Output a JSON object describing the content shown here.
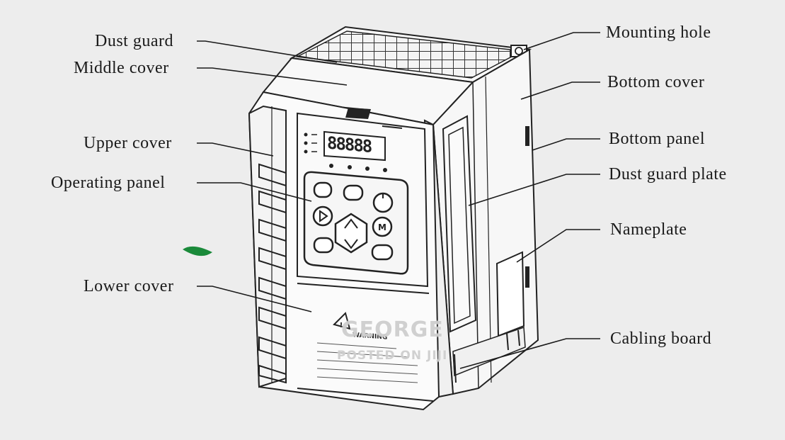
{
  "labels": {
    "dust_guard": "Dust guard",
    "middle_cover": "Middle cover",
    "upper_cover": "Upper cover",
    "operating_panel": "Operating panel",
    "lower_cover": "Lower cover",
    "mounting_hole": "Mounting hole",
    "bottom_cover": "Bottom cover",
    "bottom_panel": "Bottom panel",
    "dust_guard_plate": "Dust guard plate",
    "nameplate": "Nameplate",
    "cabling_board": "Cabling board"
  },
  "watermark": {
    "line1": "GEORGE",
    "line2": "POSTED ON JIJI"
  },
  "device": {
    "display": "88888",
    "warning_title": "WARNING"
  },
  "colors": {
    "line": "#1a1a1a",
    "paper": "#ededed",
    "accent_leaf": "#1a8a3a"
  }
}
